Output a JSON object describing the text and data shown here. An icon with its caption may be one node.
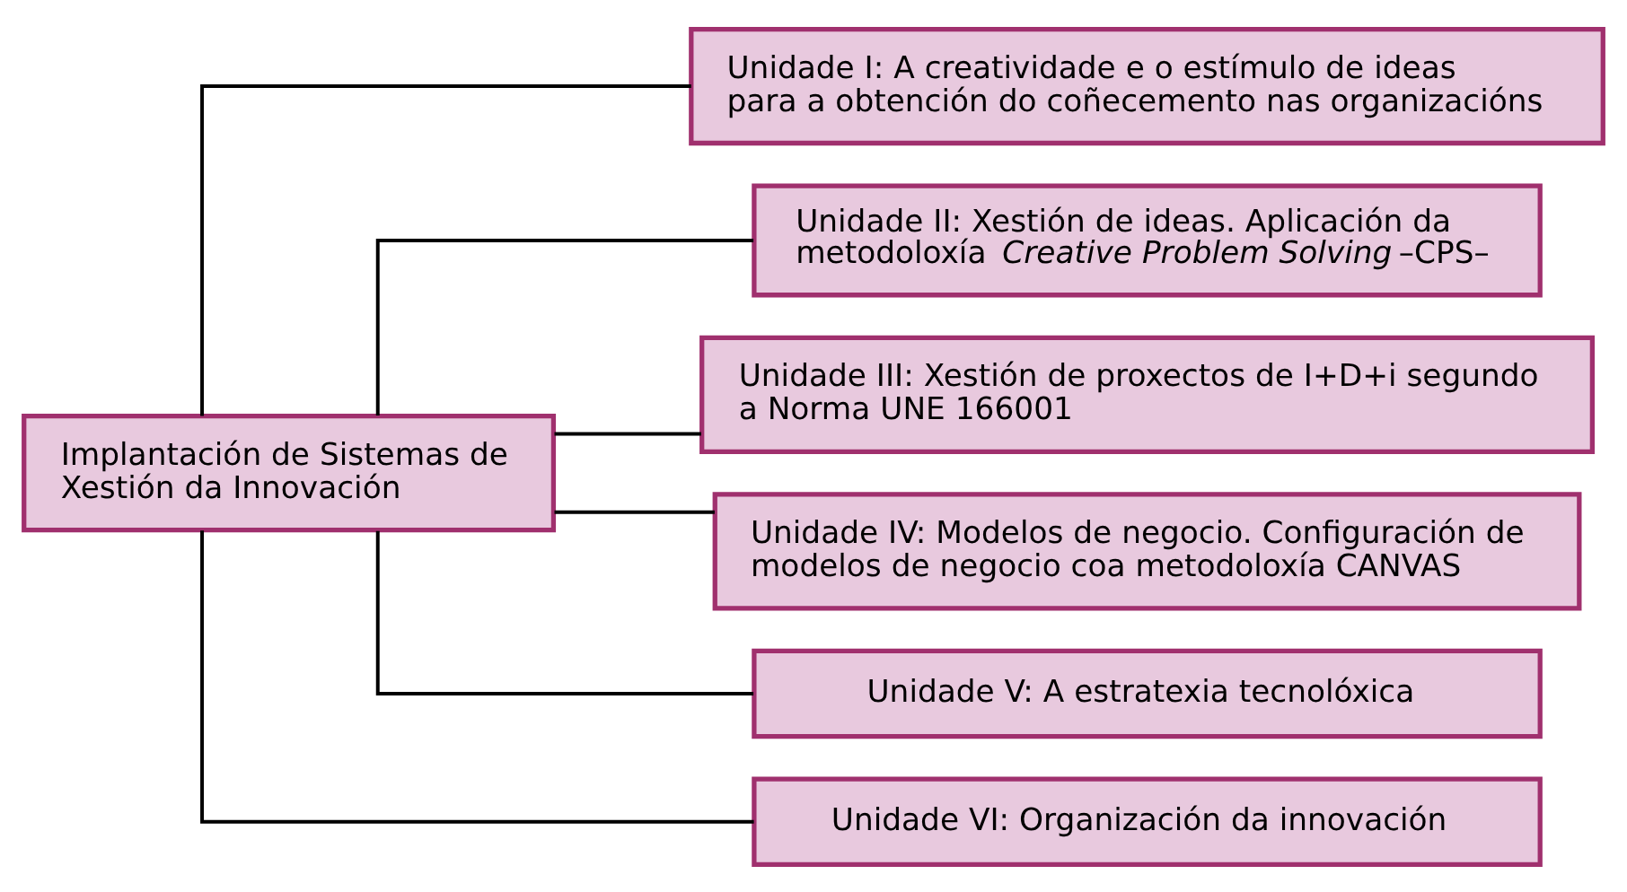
{
  "diagram": {
    "nodes": [
      {
        "text": [
          "Implantación de Sistemas de Xestión da Innovación"
        ]
      },
      {
        "text": [
          "Unidade I: A creatividade e o estímulo de ideas para a obtención do coñecemento nas organizacións"
        ]
      },
      {
        "text": [
          "Unidade II: Xestión de ideas. Aplicación da metodoloxía *Creative Problem Solving* –CPS–"
        ]
      },
      {
        "text": [
          "Unidade III: Xestión de proxectos de I+D+i segundo a Norma UNE 166001"
        ]
      },
      {
        "text": [
          "Unidade IV: Modelos de negocio. Configuración de modelos de negocio coa metodoloxía CANVAS"
        ]
      },
      {
        "text": [
          "Unidade V: A estratexia tecnolóxica"
        ]
      },
      {
        "text": [
          "Unidade VI: Organización da innovación"
        ]
      }
    ],
    "edges": [
      {
        "from": 0,
        "to": 1,
        "arrow": "none"
      },
      {
        "from": 0,
        "to": 2,
        "arrow": "none"
      },
      {
        "from": 0,
        "to": 3,
        "arrow": "none"
      },
      {
        "from": 0,
        "to": 4,
        "arrow": "none"
      },
      {
        "from": 0,
        "to": 5,
        "arrow": "none"
      },
      {
        "from": 0,
        "to": 6,
        "arrow": "none"
      }
    ]
  }
}
